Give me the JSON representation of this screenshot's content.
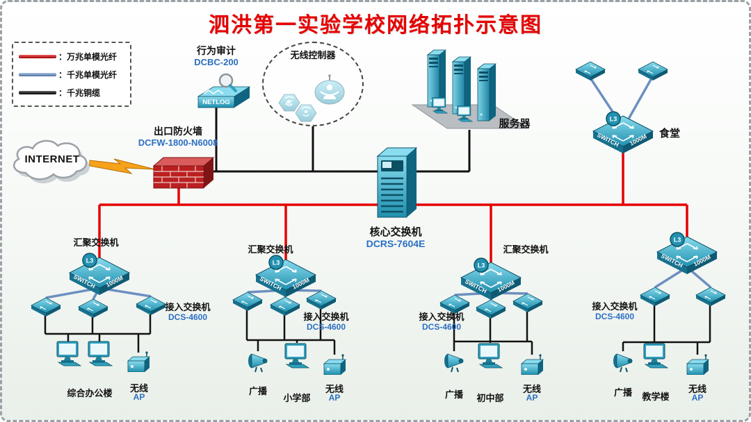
{
  "title": "泗洪第一实验学校网络拓扑示意图",
  "colors": {
    "title_red": "#e60000",
    "model_blue": "#2b6fc2",
    "device_teal": "#2fa0bd",
    "line_10g_fiber": "#e60000",
    "line_1g_fiber": "#6d8fc0",
    "line_copper": "#111111"
  },
  "legend": {
    "items": [
      {
        "label": "：万兆单模光纤",
        "color": "#c00000"
      },
      {
        "label": "：千兆单模光纤",
        "color": "#6d8fc0"
      },
      {
        "label": "：千兆铜缆",
        "color": "#000000"
      }
    ]
  },
  "labels": {
    "switch": "SWITCH",
    "speed": "1000M",
    "l3": "L3",
    "ac": "AC",
    "netlog": "NETLOG",
    "internet": "INTERNET"
  },
  "nodes": {
    "audit": {
      "name": "行为审计",
      "model": "DCBC-200"
    },
    "wlc": {
      "name": "无线控制器"
    },
    "servers": {
      "name": "服务器"
    },
    "canteen": {
      "name": "食堂"
    },
    "firewall": {
      "name": "出口防火墙",
      "model": "DCFW-1800-N6008"
    },
    "core": {
      "name": "核心交换机",
      "model": "DCRS-7604E"
    },
    "aggregation": {
      "name": "汇聚交换机"
    },
    "access": {
      "name": "接入交换机",
      "model": "DCS-4600"
    }
  },
  "endpoints": {
    "office": "综合办公楼",
    "broadcast": "广播",
    "primary": "小学部",
    "junior": "初中部",
    "teaching": "教学楼",
    "wireless": "无线",
    "ap": "AP"
  }
}
